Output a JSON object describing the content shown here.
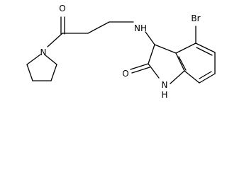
{
  "molecule": {
    "atoms": {
      "o_ketone": "O",
      "n_pyrrolidine": "N",
      "nh_amine": "NH",
      "br": "Br",
      "o_lactam": "O",
      "nh_lactam_n": "N",
      "nh_lactam_h": "H"
    }
  },
  "colors": {
    "bond": "#000000",
    "label": "#000000",
    "background": "#ffffff"
  }
}
